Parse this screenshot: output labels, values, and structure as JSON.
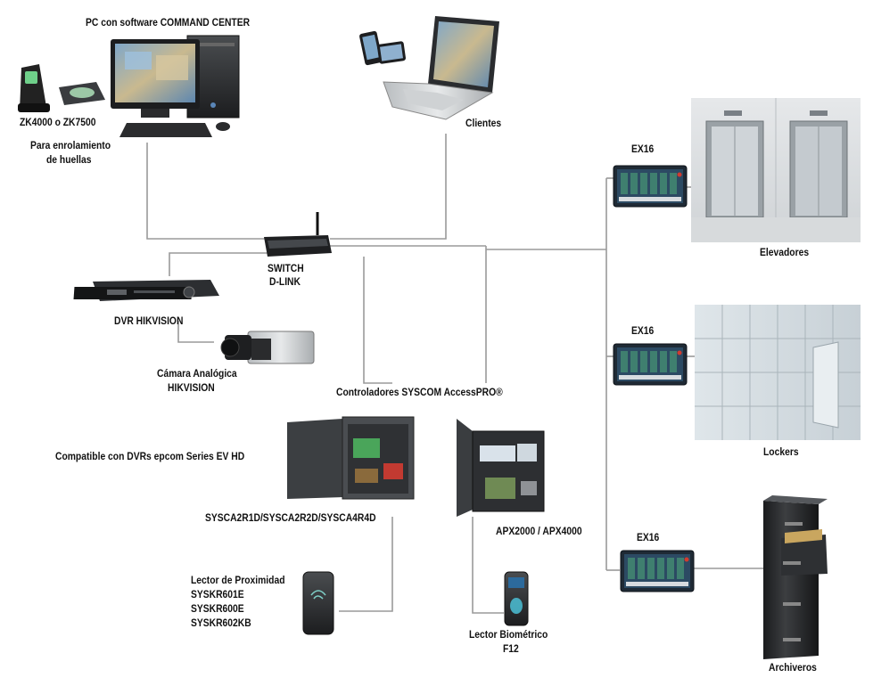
{
  "labels": {
    "pc": "PC con software COMMAND CENTER",
    "zk": "ZK4000 o ZK7500",
    "enrol_1": "Para enrolamiento",
    "enrol_2": "de huellas",
    "clients": "Clientes",
    "switch_1": "SWITCH",
    "switch_2": "D-LINK",
    "dvr": "DVR HIKVISION",
    "camera_1": "Cámara Analógica",
    "camera_2": "HIKVISION",
    "controllers": "Controladores SYSCOM AccessPRO®",
    "compat": "Compatible con DVRs epcom Series EV HD",
    "sysca": "SYSCA2R1D/SYSCA2R2D/SYSCA4R4D",
    "apx": "APX2000 / APX4000",
    "prox_title": "Lector de Proximidad",
    "prox_1": "SYSKR601E",
    "prox_2": "SYSKR600E",
    "prox_3": "SYSKR602KB",
    "bio_1": "Lector Biométrico",
    "bio_2": "F12",
    "ex16_top": "EX16",
    "ex16_mid": "EX16",
    "ex16_bot": "EX16",
    "elevators": "Elevadores",
    "lockers": "Lockers",
    "files": "Archiveros"
  },
  "icons": {
    "pc": "desktop-computer-icon",
    "laptop": "laptop-icon",
    "switch": "router-icon",
    "dvr": "dvr-icon",
    "camera": "camera-icon",
    "panel": "control-panel-icon",
    "reader": "card-reader-icon",
    "fingerprint": "fingerprint-reader-icon",
    "board": "expansion-board-icon",
    "elevator": "elevator-icon",
    "locker": "locker-icon",
    "cabinet": "file-cabinet-icon"
  }
}
